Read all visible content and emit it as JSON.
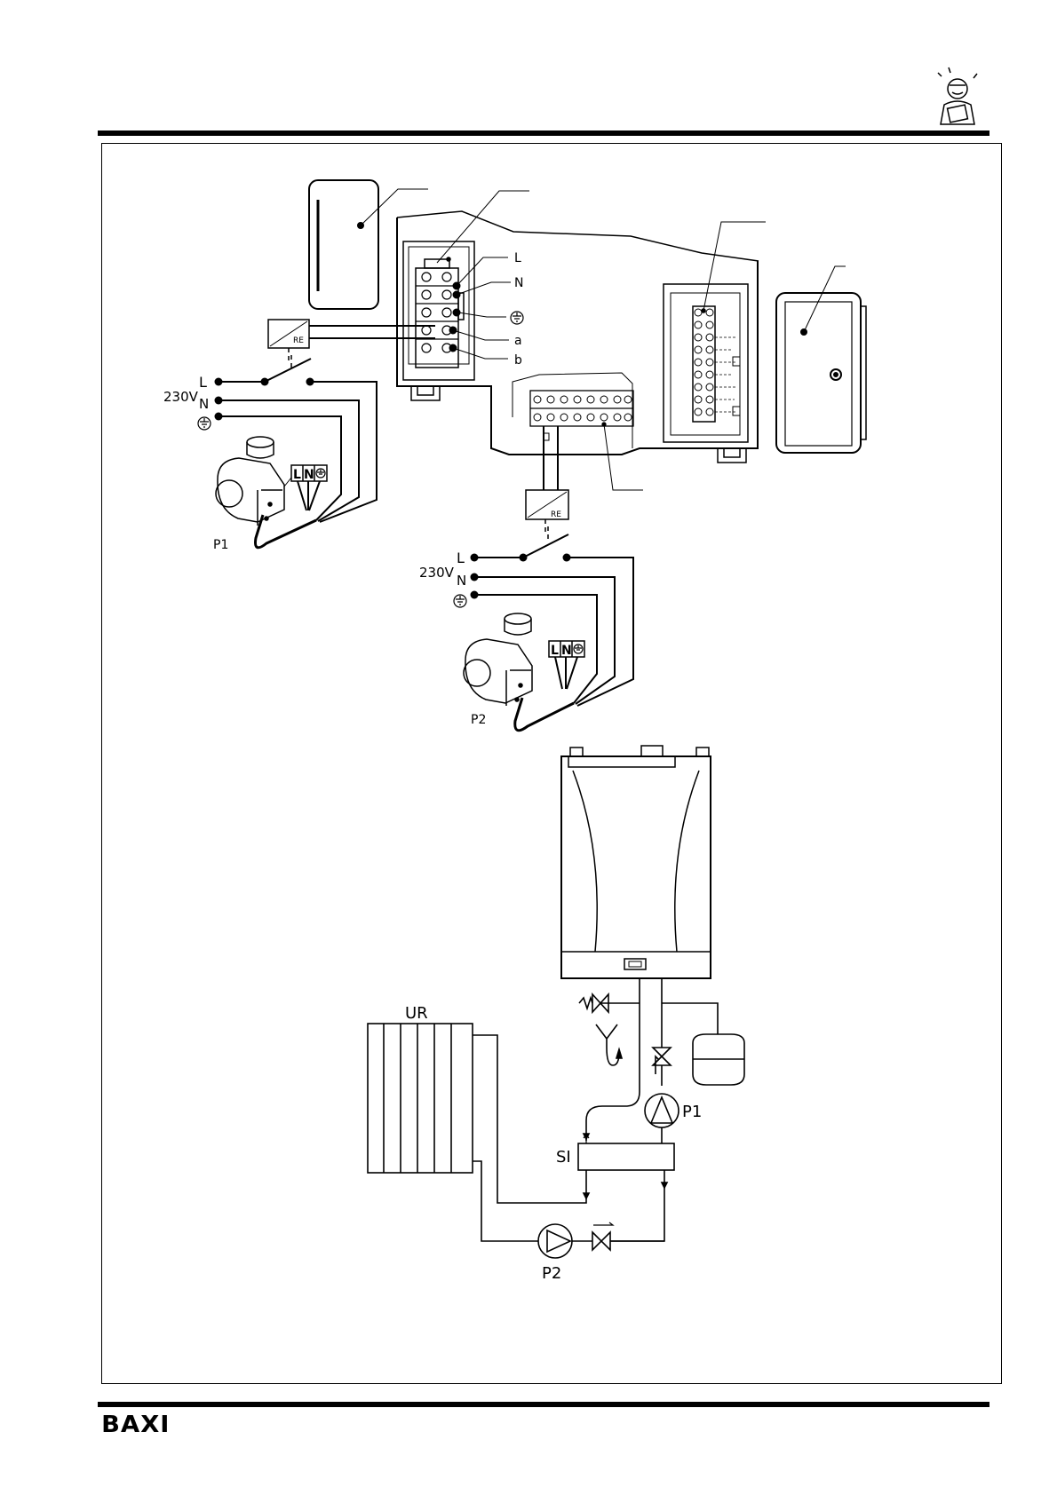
{
  "brand": {
    "logo": "BAXI"
  },
  "wiring_left": {
    "L": "L",
    "N": "N",
    "voltage": "230V",
    "relay": "RE",
    "pump": "P1",
    "pump_L": "L",
    "pump_N": "N"
  },
  "terminal_block": {
    "L": "L",
    "N": "N",
    "a": "a",
    "b": "b"
  },
  "wiring_right": {
    "L": "L",
    "N": "N",
    "voltage": "230V",
    "relay": "RE",
    "pump": "P2",
    "pump_L": "L",
    "pump_N": "N"
  },
  "hydraulic": {
    "radiator": "UR",
    "separator": "SI",
    "pump_boiler": "P1",
    "pump_circuit": "P2"
  },
  "icons": [
    "mascot-icon",
    "ground-icon",
    "relay-icon",
    "pump-icon",
    "check-valve-icon",
    "safety-valve-icon",
    "expansion-vessel-icon"
  ]
}
